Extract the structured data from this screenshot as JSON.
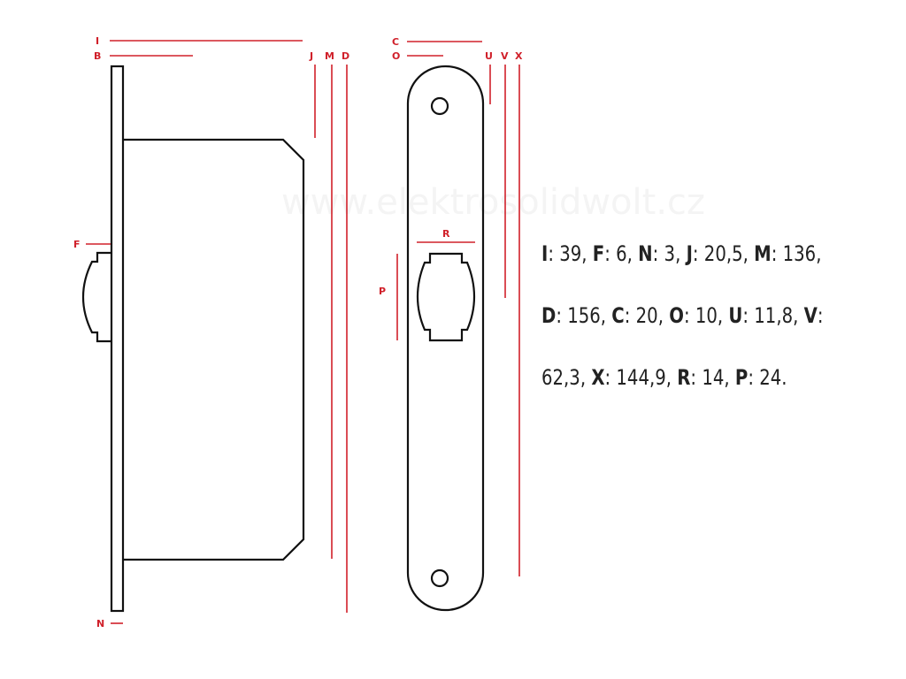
{
  "colors": {
    "dimension_line": "#d0202a",
    "outline": "#111111",
    "text": "#222222"
  },
  "watermark": "www.elektrosolidwolt.cz",
  "labels": {
    "I": "I",
    "B": "B",
    "J": "J",
    "M": "M",
    "D": "D",
    "F": "F",
    "N": "N",
    "C": "C",
    "O": "O",
    "U": "U",
    "V": "V",
    "X": "X",
    "R": "R",
    "P": "P"
  },
  "specs": [
    [
      {
        "key": "I",
        "value": "39"
      },
      {
        "key": "F",
        "value": "6"
      },
      {
        "key": "N",
        "value": "3"
      },
      {
        "key": "J",
        "value": "20,5"
      },
      {
        "key": "M",
        "value": "136"
      }
    ],
    [
      {
        "key": "D",
        "value": "156"
      },
      {
        "key": "C",
        "value": "20"
      },
      {
        "key": "O",
        "value": "10"
      },
      {
        "key": "U",
        "value": "11,8"
      },
      {
        "key": "V",
        "value": ""
      }
    ],
    [
      {
        "key": "",
        "value": "62,3"
      },
      {
        "key": "X",
        "value": "144,9"
      },
      {
        "key": "R",
        "value": "14"
      },
      {
        "key": "P",
        "value": "24"
      }
    ]
  ]
}
